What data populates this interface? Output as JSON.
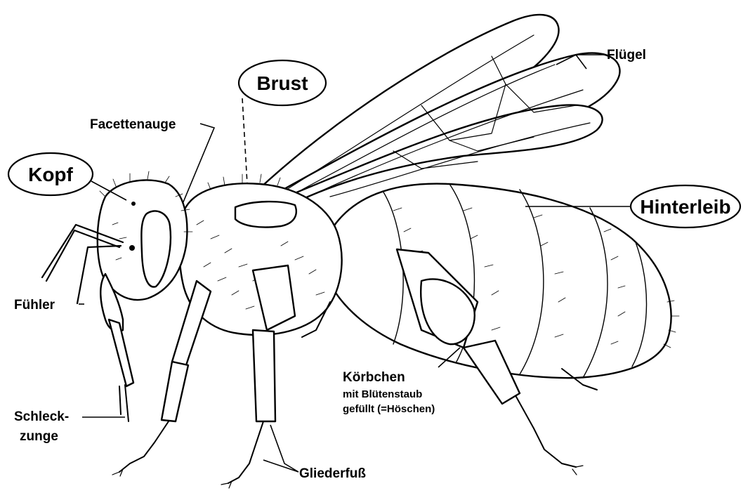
{
  "labels": {
    "kopf": "Kopf",
    "brust": "Brust",
    "hinterleib": "Hinterleib",
    "fluegel": "Flügel",
    "facettenauge": "Facettenauge",
    "fuehler": "Fühler",
    "schleckzunge_line1": "Schleck-",
    "schleckzunge_line2": "zunge",
    "koerbchen": "Körbchen",
    "koerbchen_desc_line1": "mit Blütenstaub",
    "koerbchen_desc_line2": "gefüllt (=Höschen)",
    "gliederfuss": "Gliederfuß"
  },
  "colors": {
    "ink": "#000000",
    "paper": "#ffffff"
  }
}
